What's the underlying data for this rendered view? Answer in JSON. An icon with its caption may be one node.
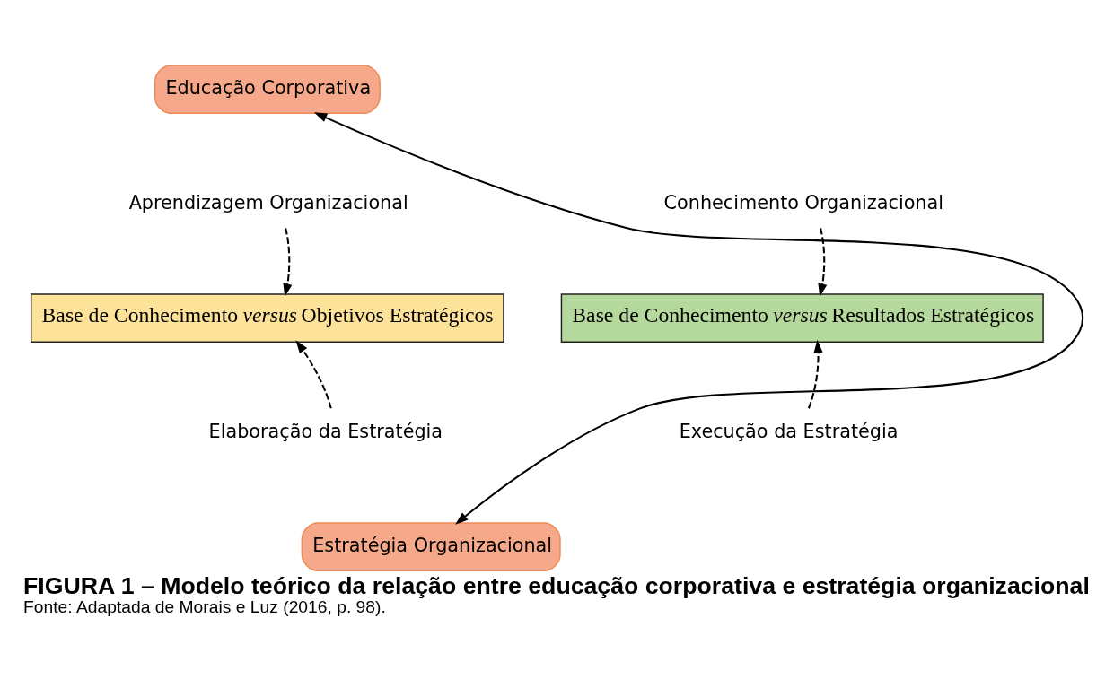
{
  "diagram": {
    "title": "FIGURA 1 – Modelo teórico da relação entre educação corporativa e estratégia organizacional",
    "caption": "Fonte: Adaptada de Morais e Luz (2016, p. 98).",
    "nodes": [
      {
        "text": [
          "Educação Corporativa"
        ]
      },
      {
        "text": [
          "Aprendizagem Organizacional"
        ]
      },
      {
        "text": [
          "Conhecimento Organizacional"
        ]
      },
      {
        "text": [
          "Base de Conhecimento *versus* Objetivos Estratégicos"
        ]
      },
      {
        "text": [
          "Base de Conhecimento *versus* Resultados Estratégicos"
        ]
      },
      {
        "text": [
          "Elaboração da Estratégia"
        ]
      },
      {
        "text": [
          "Execução da Estratégia"
        ]
      },
      {
        "text": [
          "Estratégia Organizacional"
        ]
      }
    ],
    "edges": [
      {
        "from": 0,
        "to": 7,
        "arrow": "both"
      },
      {
        "from": 1,
        "to": 3,
        "arrow": "to",
        "style": "dashed"
      },
      {
        "from": 2,
        "to": 4,
        "arrow": "to",
        "style": "dashed"
      },
      {
        "from": 5,
        "to": 3,
        "arrow": "to",
        "style": "dashed"
      },
      {
        "from": 6,
        "to": 4,
        "arrow": "to",
        "style": "dashed"
      }
    ]
  }
}
